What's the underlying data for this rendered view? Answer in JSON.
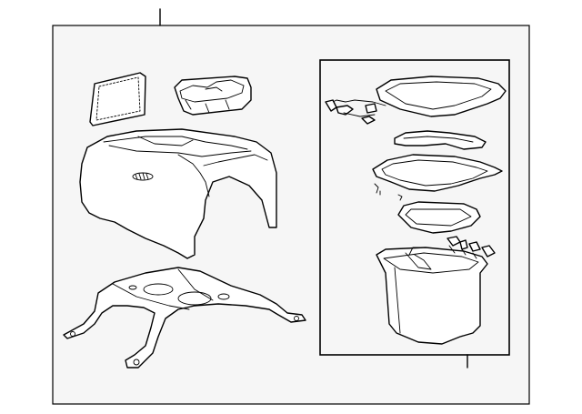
{
  "diagram": {
    "type": "exploded-parts-illustration",
    "parts": [
      {
        "id": "lid-pad",
        "icon": "pad-icon"
      },
      {
        "id": "storage-tray",
        "icon": "tray-icon"
      },
      {
        "id": "console-body",
        "icon": "console-icon"
      },
      {
        "id": "mounting-bracket",
        "icon": "bracket-icon"
      },
      {
        "id": "armrest-lid",
        "icon": "lid-icon"
      },
      {
        "id": "lid-hinge",
        "icon": "hinge-icon"
      },
      {
        "id": "lid-inner-panel",
        "icon": "panel-icon"
      },
      {
        "id": "lid-liner",
        "icon": "liner-icon"
      },
      {
        "id": "storage-bin",
        "icon": "bin-icon"
      }
    ],
    "callouts": [
      {
        "target": "main-frame"
      },
      {
        "target": "inset-box"
      }
    ]
  }
}
